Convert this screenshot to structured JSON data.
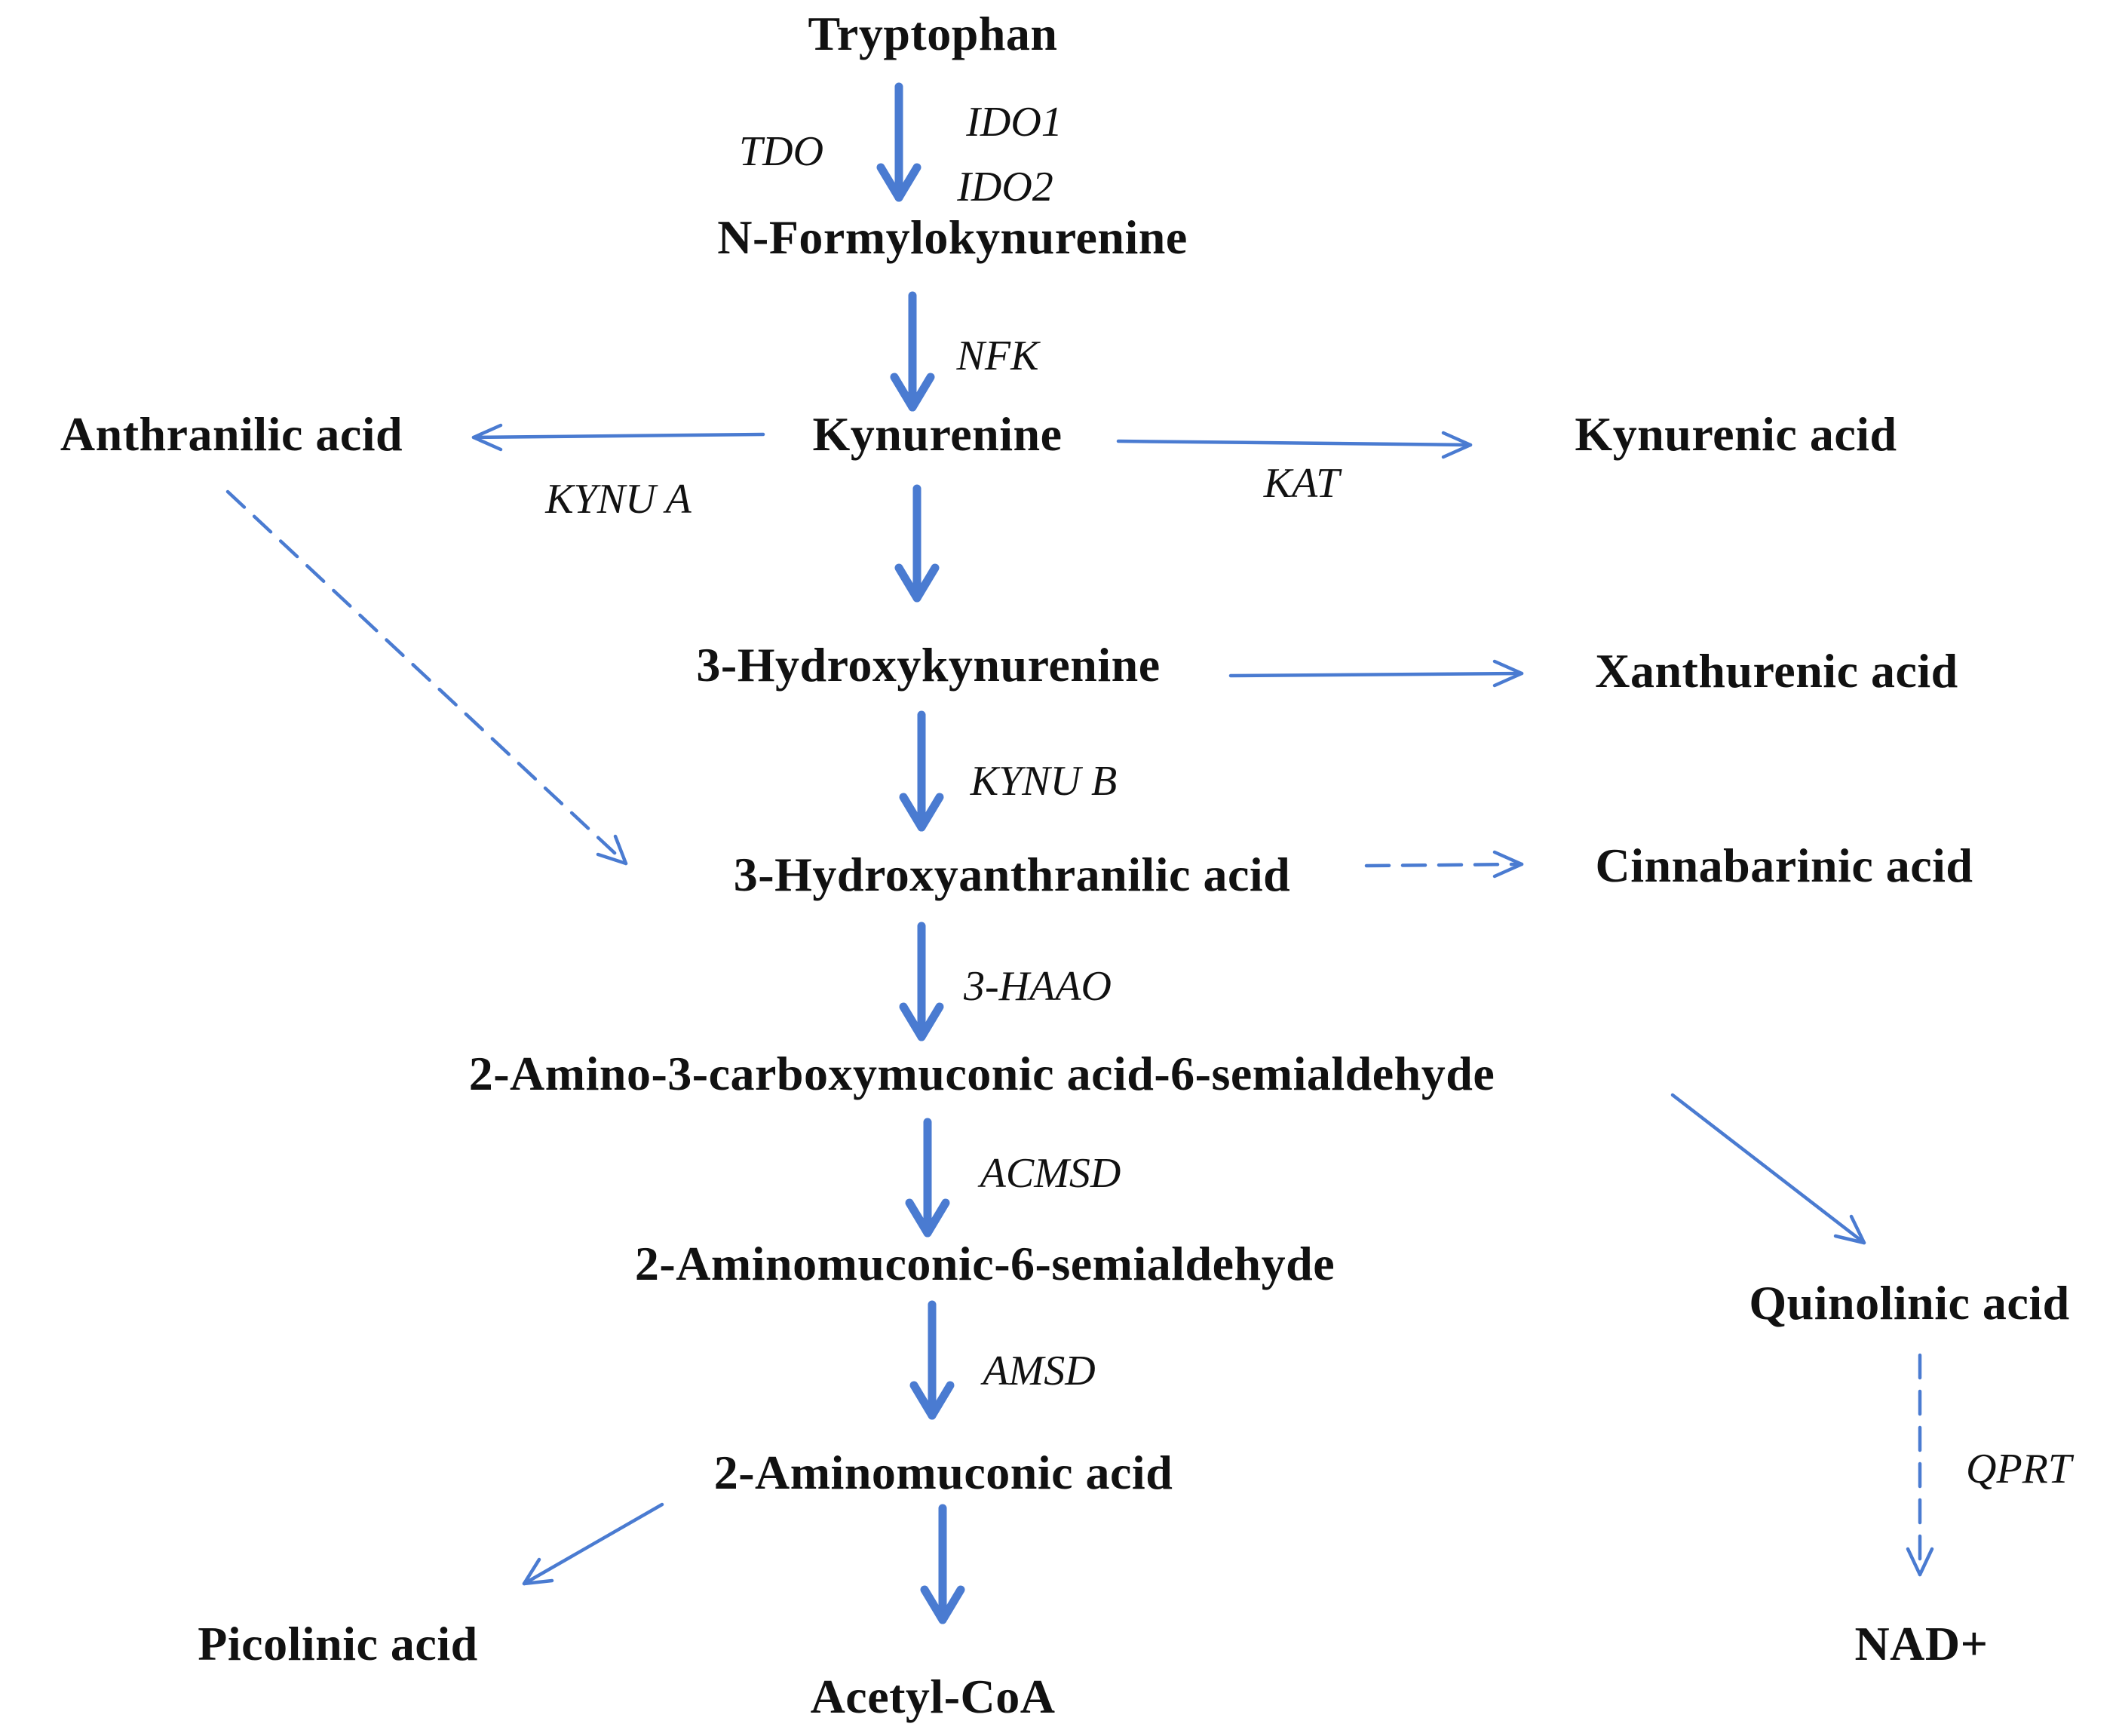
{
  "nodes": {
    "tryptophan": "Tryptophan",
    "n_formylkynurenine": "N-Formylokynurenine",
    "kynurenine": "Kynurenine",
    "anthranilic_acid": "Anthranilic acid",
    "kynurenic_acid": "Kynurenic acid",
    "hydroxykynurenine": "3-Hydroxykynurenine",
    "xanthurenic_acid": "Xanthurenic acid",
    "hydroxyanthranilic_acid": "3-Hydroxyanthranilic  acid",
    "cinnabarinic_acid": "Cinnabarinic acid",
    "acmsa": "2-Amino-3-carboxymuconic  acid-6-semialdehyde",
    "quinolinic_acid": "Quinolinic acid",
    "aminomuconic_semialdehyde": "2-Aminomuconic-6-semialdehyde",
    "aminomuconic_acid": "2-Aminomuconic acid",
    "picolinic_acid": "Picolinic acid",
    "acetyl_coa": "Acetyl-CoA",
    "nad": "NAD+"
  },
  "enzymes": {
    "tdo": "TDO",
    "ido1": "IDO1",
    "ido2": "IDO2",
    "nfk": "NFK",
    "kynu_a": "KYNU A",
    "kat": "KAT",
    "kynu_b": "KYNU B",
    "haao": "3-HAAO",
    "acmsd": "ACMSD",
    "amsd": "AMSD",
    "qprt": "QPRT"
  },
  "colors": {
    "arrow": "#4a7bd1",
    "text": "#111111"
  }
}
